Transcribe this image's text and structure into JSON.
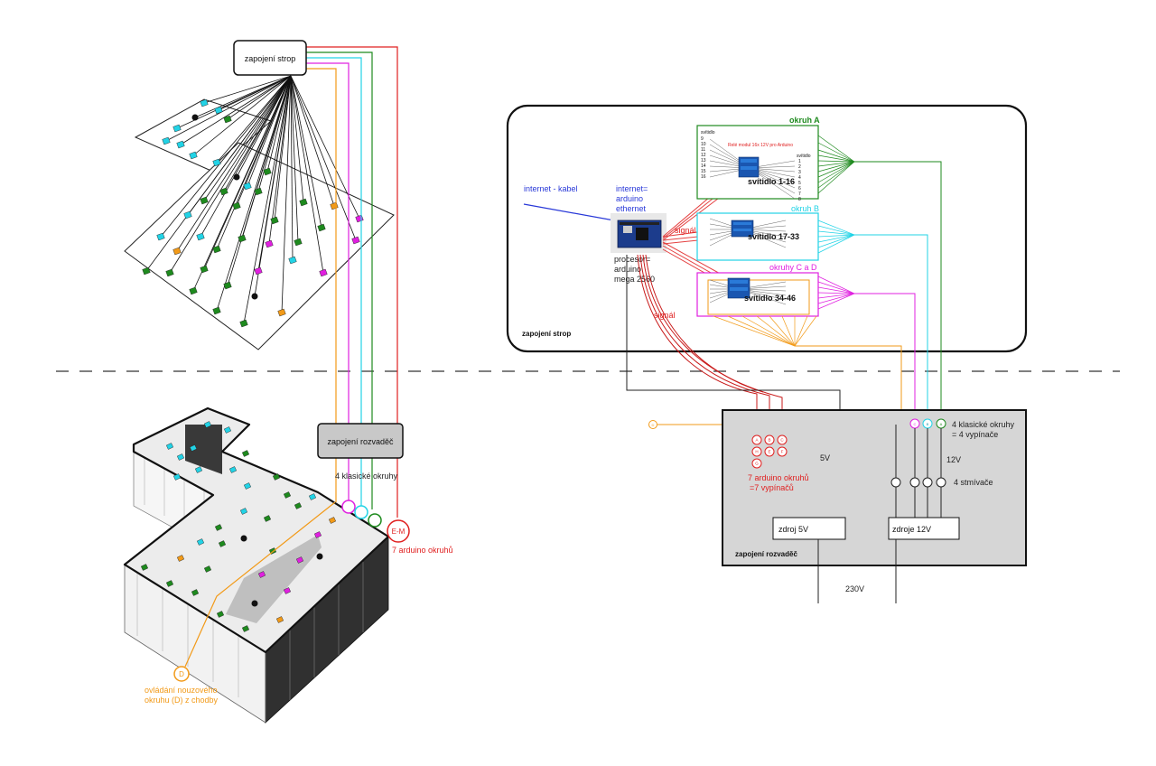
{
  "colors": {
    "circuit_a": "#1e8a1e",
    "circuit_b": "#22d3e6",
    "circuit_cd": "#e020e0",
    "circuit_d": "#f29a18",
    "arduino": "#e02020",
    "internet": "#2838d8",
    "panel_fill": "#d6d6d6"
  },
  "left": {
    "ceiling_box": "zapojení strop",
    "panel_box": "zapojení rozvaděč",
    "classic_circuits": "4 klasické okruhy",
    "em_label": "E-M",
    "arduino_circuits": "7 arduino okruhů",
    "emergency_marker": "D",
    "emergency_line1": "ovládání nouzového",
    "emergency_line2": "okruhu (D) z chodby"
  },
  "ceiling": {
    "title": "zapojení strop",
    "internet_cable": "internet - kabel",
    "arduino_eth": [
      "internet=",
      "arduino",
      "ethernet"
    ],
    "processor": [
      "procesor=",
      "arduino",
      "mega 2560"
    ],
    "signal_1": "signál",
    "signal_2": "signál",
    "circuit_a_label": "okruh A",
    "circuit_b_label": "okruh B",
    "circuit_cd_label": "okruhy C a D",
    "module_a": "svítidlo 1-16",
    "module_b": "svítidlo 17-33",
    "module_cd": "svítidlo 34-46",
    "relay_note": "Relé modul 16x 12V pro Arduino",
    "left_numbers_head": "svítidlo",
    "left_numbers": [
      "9",
      "10",
      "11",
      "12",
      "13",
      "14",
      "15",
      "16"
    ],
    "right_numbers_head": "svítidlo",
    "right_numbers": [
      "1",
      "2",
      "3",
      "4",
      "5",
      "6",
      "7",
      "8"
    ]
  },
  "panel": {
    "title": "zapojení rozvaděč",
    "d_marker": "D",
    "arduino_switch_labels": [
      "A",
      "B",
      "C",
      "H",
      "E",
      "F",
      "G"
    ],
    "arduino_line1": "7 arduino okruhů",
    "arduino_line2": "=7 vypínačů",
    "classic_markers": [
      "C",
      "B",
      "A"
    ],
    "classic_line1": "4 klasické okruhy",
    "classic_line2": "= 4 vypínače",
    "dimmers": "4 stmívače",
    "v5": "5V",
    "v12": "12V",
    "psu5": "zdroj 5V",
    "psu12": "zdroje 12V",
    "mains": "230V"
  }
}
